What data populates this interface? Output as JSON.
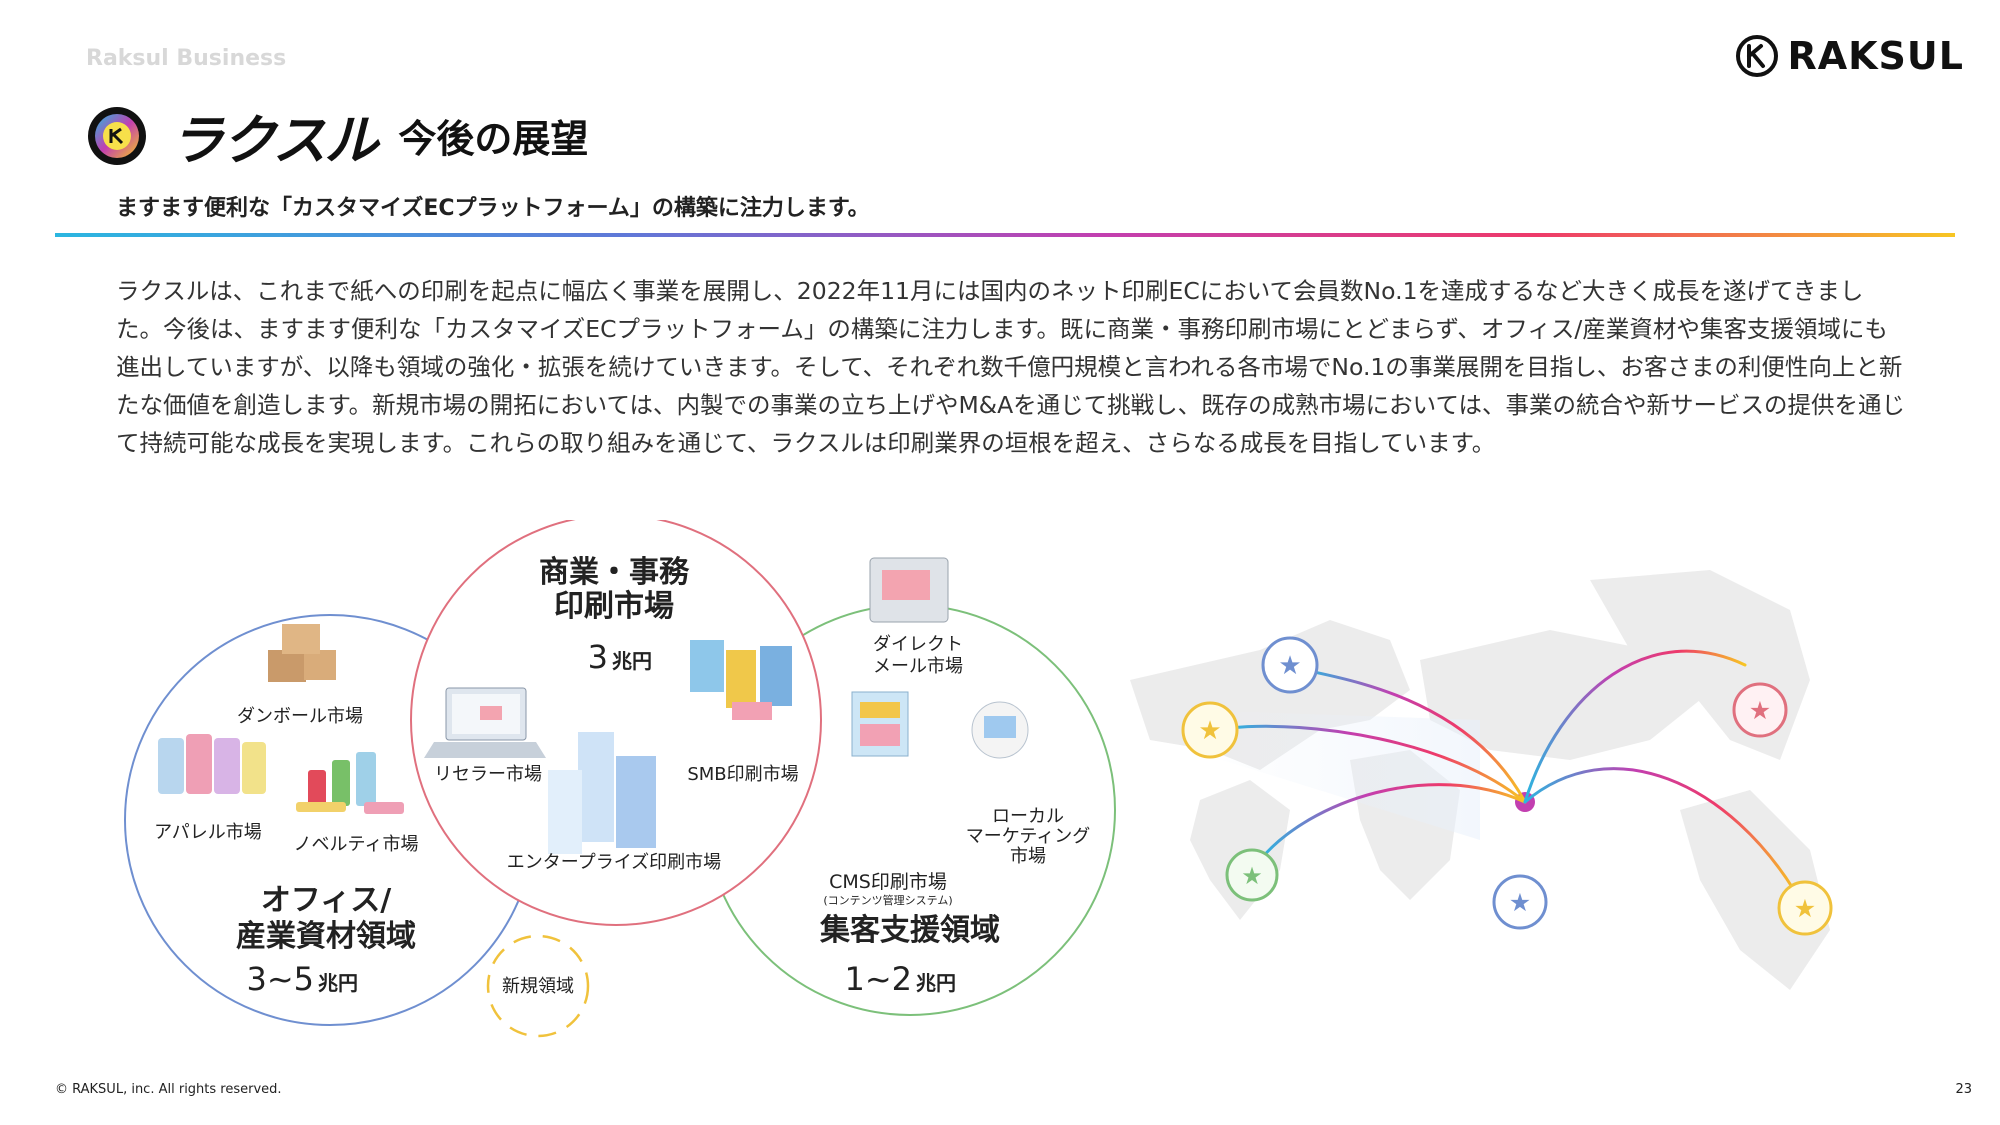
{
  "header": {
    "brand_small": "Raksul Business",
    "logo_script": "ラクスル",
    "page_title": "今後の展望",
    "company_logo_text": "RAKSUL",
    "subtitle": "ますます便利な「カスタマイズECプラットフォーム」の構築に注力します。"
  },
  "body": {
    "paragraph": "ラクスルは、これまで紙への印刷を起点に幅広く事業を展開し、2022年11月には国内のネット印刷ECにおいて会員数No.1を達成するなど大きく成長を遂げてきました。今後は、ますます便利な「カスタマイズECプラットフォーム」の構築に注力します。既に商業・事務印刷市場にとどまらず、オフィス/産業資材や集客支援領域にも進出していますが、以降も領域の強化・拡張を続けていきます。そして、それぞれ数千億円規模と言われる各市場でNo.1の事業展開を目指し、お客さまの利便性向上と新たな価値を創造します。新規市場の開拓においては、内製での事業の立ち上げやM&Aを通じて挑戦し、既存の成熟市場においては、事業の統合や新サービスの提供を通じて持続可能な成長を実現します。これらの取り組みを通じて、ラクスルは印刷業界の垣根を超え、さらなる成長を目指しています。"
  },
  "diagram": {
    "left_circle": {
      "title_line1": "オフィス/",
      "title_line2": "産業資材領域",
      "size_num": "3~5",
      "size_unit": "兆円",
      "items": [
        "ダンボール市場",
        "アパレル市場",
        "ノベルティ市場"
      ],
      "color": "#6f8fd0"
    },
    "center_circle": {
      "title_line1": "商業・事務",
      "title_line2": "印刷市場",
      "size_num": "3",
      "size_unit": "兆円",
      "items": [
        "リセラー市場",
        "SMB印刷市場",
        "エンタープライズ印刷市場"
      ],
      "color": "#e0707e"
    },
    "right_circle": {
      "title": "集客支援領域",
      "size_num": "1~2",
      "size_unit": "兆円",
      "items_dm_line1": "ダイレクト",
      "items_dm_line2": "メール市場",
      "items_local_line1": "ローカル",
      "items_local_line2": "マーケティング",
      "items_local_line3": "市場",
      "items_cms": "CMS印刷市場",
      "items_cms_note": "(コンテンツ管理システム)",
      "color": "#7cc07a"
    },
    "new_area": {
      "label": "新規領域",
      "color": "#f0c23c"
    }
  },
  "map": {
    "star_colors": [
      "#6f8fd0",
      "#f0c23c",
      "#7cc07a",
      "#e0707e"
    ],
    "arrow_gradient": [
      "#2bb6e0",
      "#c23fb0",
      "#ee3a6a",
      "#f7c623"
    ]
  },
  "footer": {
    "copyright": "© RAKSUL, inc. All rights reserved.",
    "page_number": "23"
  }
}
